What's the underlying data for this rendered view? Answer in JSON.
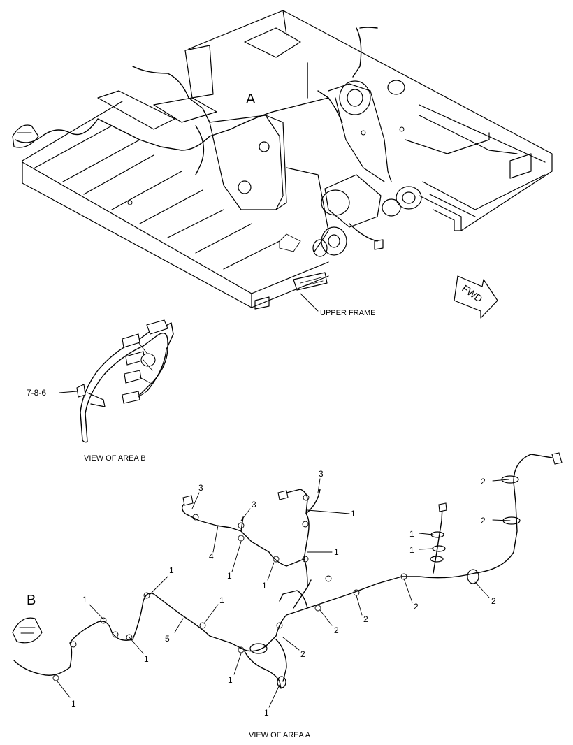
{
  "labels": {
    "upper_frame": "UPPER FRAME",
    "fwd": "FWD",
    "area_a": "A",
    "area_b": "B",
    "view_b": "VIEW OF AREA B",
    "view_a": "VIEW OF AREA A",
    "part_786": "7-8-6"
  },
  "callouts": {
    "c1": "1",
    "c2": "2",
    "c3": "3",
    "c4": "4",
    "c5": "5"
  }
}
